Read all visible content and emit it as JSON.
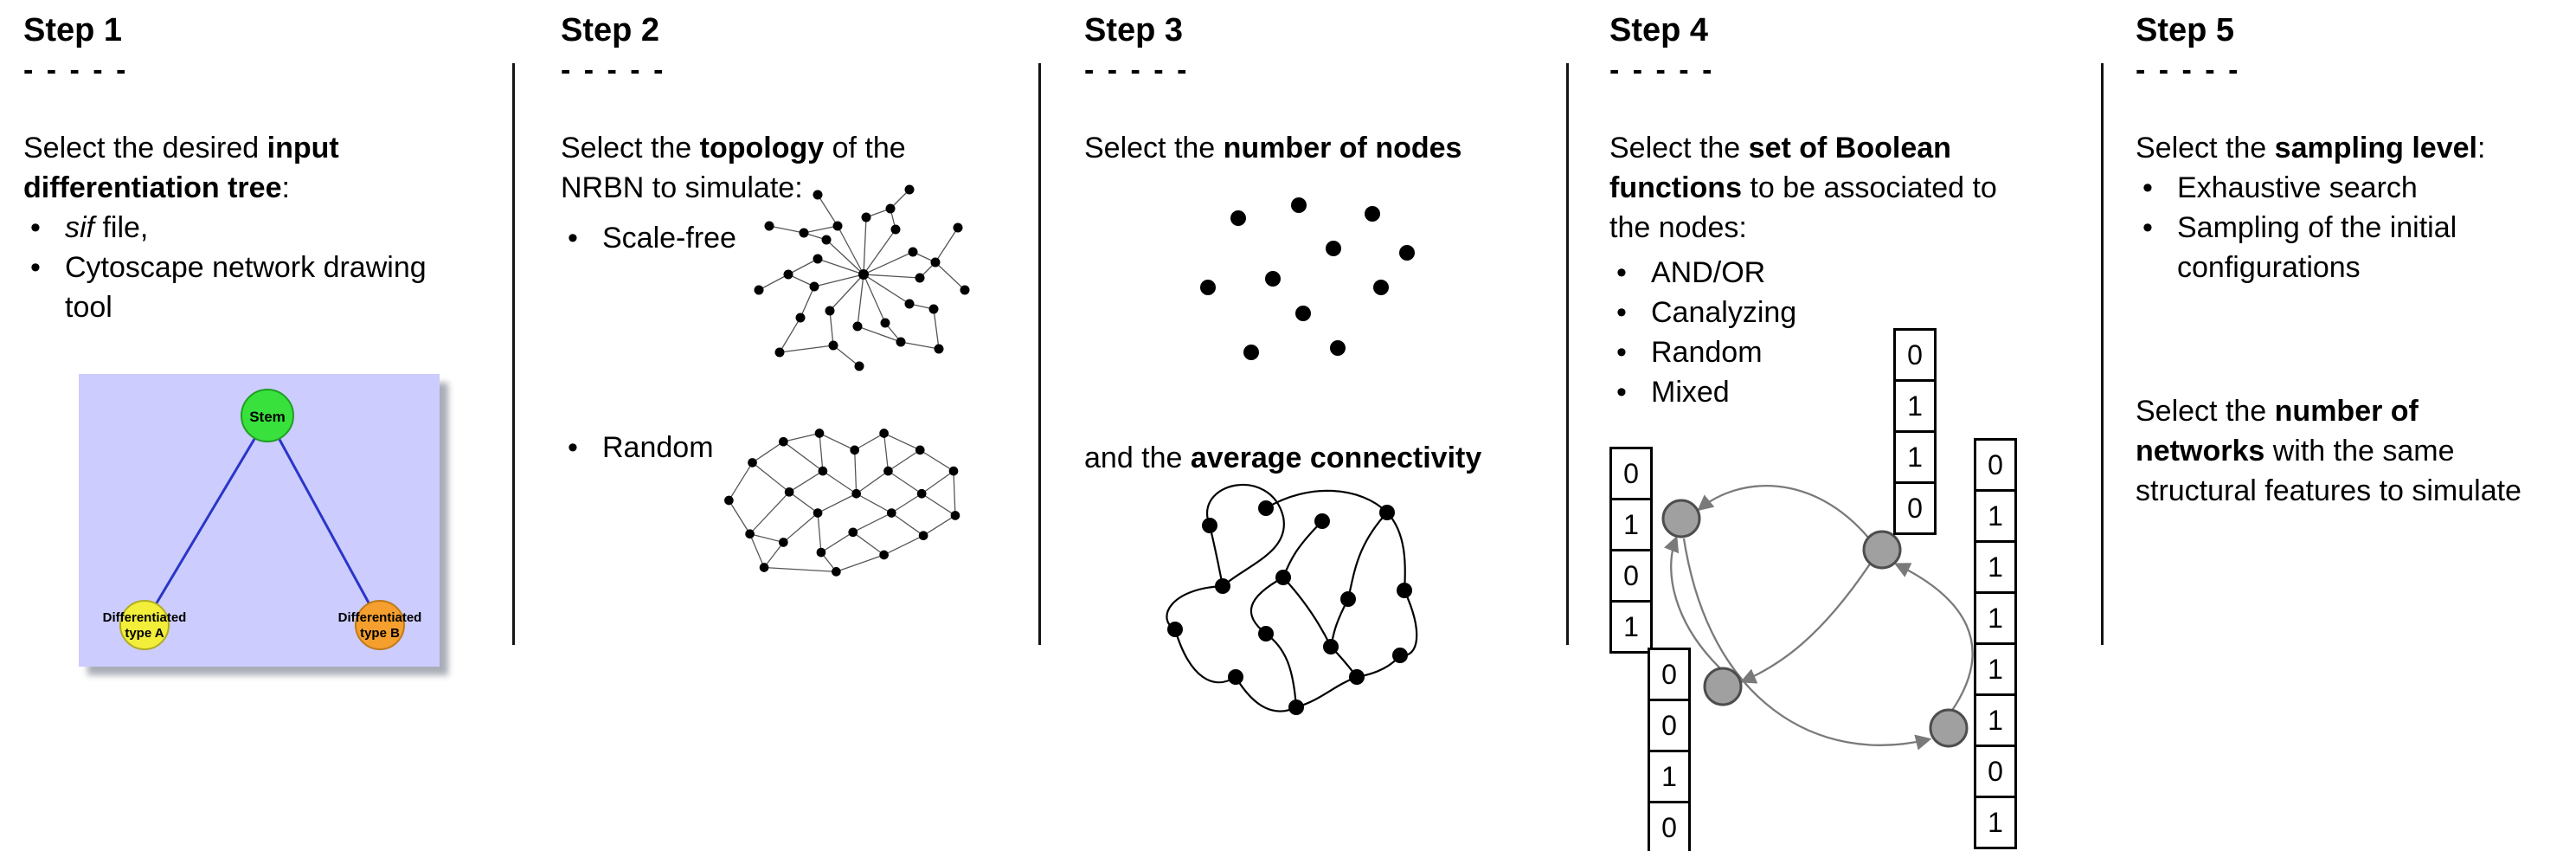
{
  "ui": {
    "bullet": "•"
  },
  "colors": {
    "tree_bg": "#ccccfe",
    "stem_green": "#38e13c",
    "type_a_yellow": "#f2ee3a",
    "type_b_orange": "#f59f2e",
    "tree_link_blue": "#2a35c8",
    "boolean_node_gray": "#a0a0a0",
    "arrow_gray": "#7a7a7a"
  },
  "steps": {
    "step1": {
      "title": "Step 1",
      "dashes": "- - - - -",
      "l1_pre": "Select the desired ",
      "l1_bold": "input",
      "l2_bold": "differentiation tree",
      "l2_post": ":",
      "bullet1_italic": "sif",
      "bullet1_rest": " file,",
      "bullet2": "Cytoscape network drawing tool",
      "tree": {
        "root": "Stem",
        "child_a_line1": "Differentiated",
        "child_a_line2": "type A",
        "child_b_line1": "Differentiated",
        "child_b_line2": "type B"
      }
    },
    "step2": {
      "title": "Step 2",
      "dashes": "- - - - -",
      "l1_pre": "Select the ",
      "l1_bold": "topology",
      "l1_post": " of the",
      "l2": "NRBN to simulate:",
      "bullet1": "Scale-free",
      "bullet2": "Random"
    },
    "step3": {
      "title": "Step 3",
      "dashes": "- - - - -",
      "l1_pre": "Select the ",
      "l1_bold": "number of nodes",
      "l2_pre": "and the ",
      "l2_bold": "average connectivity"
    },
    "step4": {
      "title": "Step 4",
      "dashes": "- - - - -",
      "l1_pre": "Select the ",
      "l1_bold": "set of Boolean",
      "l2_bold": "functions",
      "l2_post": " to be associated to",
      "l3": "the nodes:",
      "bullets": [
        "AND/OR",
        "Canalyzing",
        "Random",
        "Mixed"
      ],
      "truth_tables": {
        "left": [
          "0",
          "1",
          "0",
          "1"
        ],
        "top": [
          "0",
          "1",
          "1",
          "0"
        ],
        "bottom_left": [
          "0",
          "0",
          "1",
          "0"
        ],
        "right": [
          "0",
          "1",
          "1",
          "1",
          "1",
          "1",
          "0",
          "1"
        ]
      }
    },
    "step5": {
      "title": "Step 5",
      "dashes": "- - - - -",
      "l1_pre": "Select the ",
      "l1_bold": "sampling level",
      "l1_post": ":",
      "bullet1": "Exhaustive search",
      "bullet2": "Sampling of the initial configurations",
      "p2_l1_pre": "Select the ",
      "p2_l1_bold": "number of",
      "p2_l2_bold": "networks",
      "p2_l2_post": " with the same",
      "p2_l3": "structural features to simulate"
    }
  }
}
